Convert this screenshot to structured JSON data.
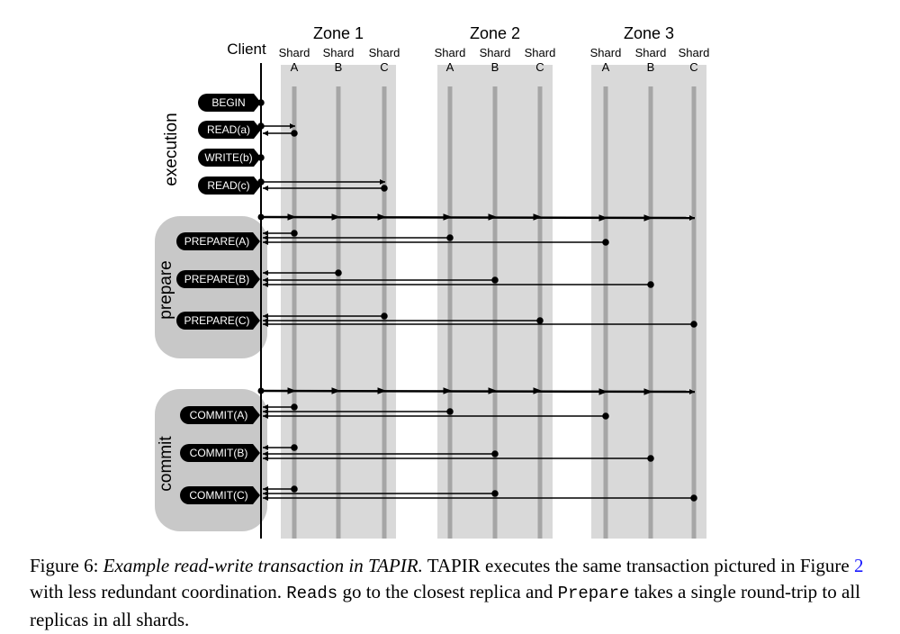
{
  "client_label": "Client",
  "zones": [
    {
      "name": "Zone 1",
      "shards": [
        {
          "word": "Shard",
          "letter": "A"
        },
        {
          "word": "Shard",
          "letter": "B"
        },
        {
          "word": "Shard",
          "letter": "C"
        }
      ]
    },
    {
      "name": "Zone 2",
      "shards": [
        {
          "word": "Shard",
          "letter": "A"
        },
        {
          "word": "Shard",
          "letter": "B"
        },
        {
          "word": "Shard",
          "letter": "C"
        }
      ]
    },
    {
      "name": "Zone 3",
      "shards": [
        {
          "word": "Shard",
          "letter": "A"
        },
        {
          "word": "Shard",
          "letter": "B"
        },
        {
          "word": "Shard",
          "letter": "C"
        }
      ]
    }
  ],
  "phases": [
    {
      "label": "execution",
      "shaded": false
    },
    {
      "label": "prepare",
      "shaded": true
    },
    {
      "label": "commit",
      "shaded": true
    }
  ],
  "operations": [
    {
      "label": "BEGIN",
      "phase": "execution"
    },
    {
      "label": "READ(a)",
      "phase": "execution"
    },
    {
      "label": "WRITE(b)",
      "phase": "execution"
    },
    {
      "label": "READ(c)",
      "phase": "execution"
    },
    {
      "label": "PREPARE(A)",
      "phase": "prepare"
    },
    {
      "label": "PREPARE(B)",
      "phase": "prepare"
    },
    {
      "label": "PREPARE(C)",
      "phase": "prepare"
    },
    {
      "label": "COMMIT(A)",
      "phase": "commit"
    },
    {
      "label": "COMMIT(B)",
      "phase": "commit"
    },
    {
      "label": "COMMIT(C)",
      "phase": "commit"
    }
  ],
  "caption": {
    "figure_label": "Figure 6:",
    "italic_title": "Example read-write transaction in TAPIR.",
    "text_1": "TAPIR executes the same transaction pictured in Figure",
    "figure_ref": "2",
    "text_2": "with less redundant coordination.",
    "code_1": "Reads",
    "text_3": "go to the closest replica and",
    "code_2": "Prepare",
    "text_4": "takes a single round-trip to all replicas in all shards."
  },
  "colors": {
    "zone_band": "#d9d9d9",
    "shard_line": "#a6a6a6",
    "phase_band": "#c8c8c8",
    "pill": "#000000",
    "arrow": "#000000",
    "link": "#1a1aff"
  }
}
